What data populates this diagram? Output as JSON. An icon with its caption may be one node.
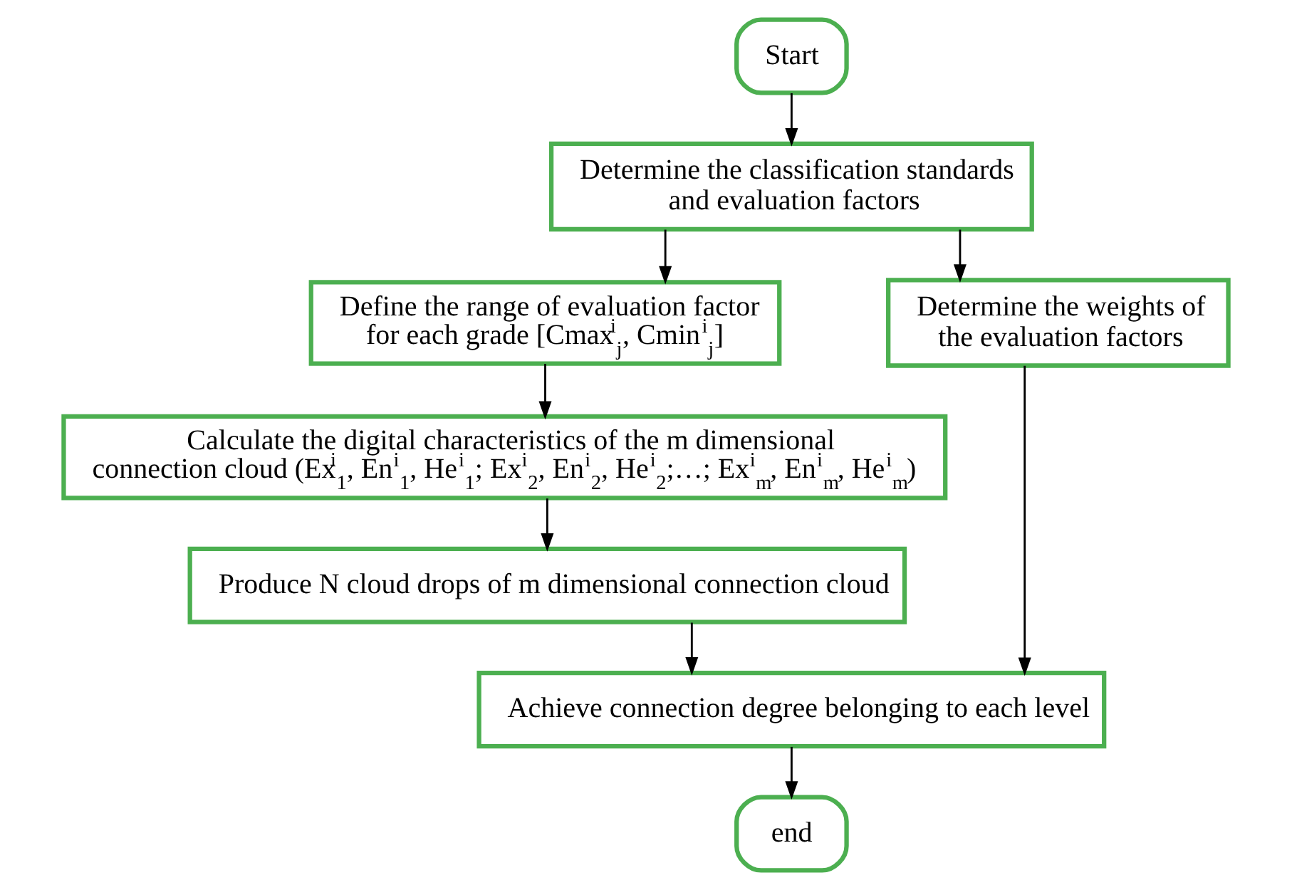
{
  "diagram": {
    "nodes": [
      {
        "text": [
          "Start"
        ]
      },
      {
        "text": [
          "Determine the classification standards and evaluation factors"
        ]
      },
      {
        "text": [
          "Define the range of evaluation factor for each grade [Cmax$^{i}$$_{j}$, Cmin$^{i}$$_{j}$]"
        ]
      },
      {
        "text": [
          "Determine the weights of the evaluation factors"
        ]
      },
      {
        "text": [
          "Calculate the digital characteristics of the m dimensional connection cloud (Ex$^{i}$$_{1}$, En$^{i}$$_{1}$, He$^{i}$$_{1}$; Ex$^{i}$$_{2}$, En$^{i}$$_{2}$, He$^{i}$$_{2}$;…; Ex$^{i}$$_{m}$, En$^{i}$$_{m}$, He$^{i}$$_{m}$)"
        ]
      },
      {
        "text": [
          "Produce N cloud drops of m dimensional connection cloud"
        ]
      },
      {
        "text": [
          "Achieve connection degree belonging to each level"
        ]
      },
      {
        "text": [
          "end"
        ]
      }
    ],
    "edges": [
      {
        "from": 0,
        "to": 1,
        "arrow": "to"
      },
      {
        "from": 1,
        "to": 2,
        "arrow": "to"
      },
      {
        "from": 1,
        "to": 3,
        "arrow": "to"
      },
      {
        "from": 2,
        "to": 4,
        "arrow": "to"
      },
      {
        "from": 4,
        "to": 5,
        "arrow": "to"
      },
      {
        "from": 5,
        "to": 6,
        "arrow": "to"
      },
      {
        "from": 3,
        "to": 6,
        "arrow": "to"
      },
      {
        "from": 6,
        "to": 7,
        "arrow": "to"
      }
    ]
  }
}
